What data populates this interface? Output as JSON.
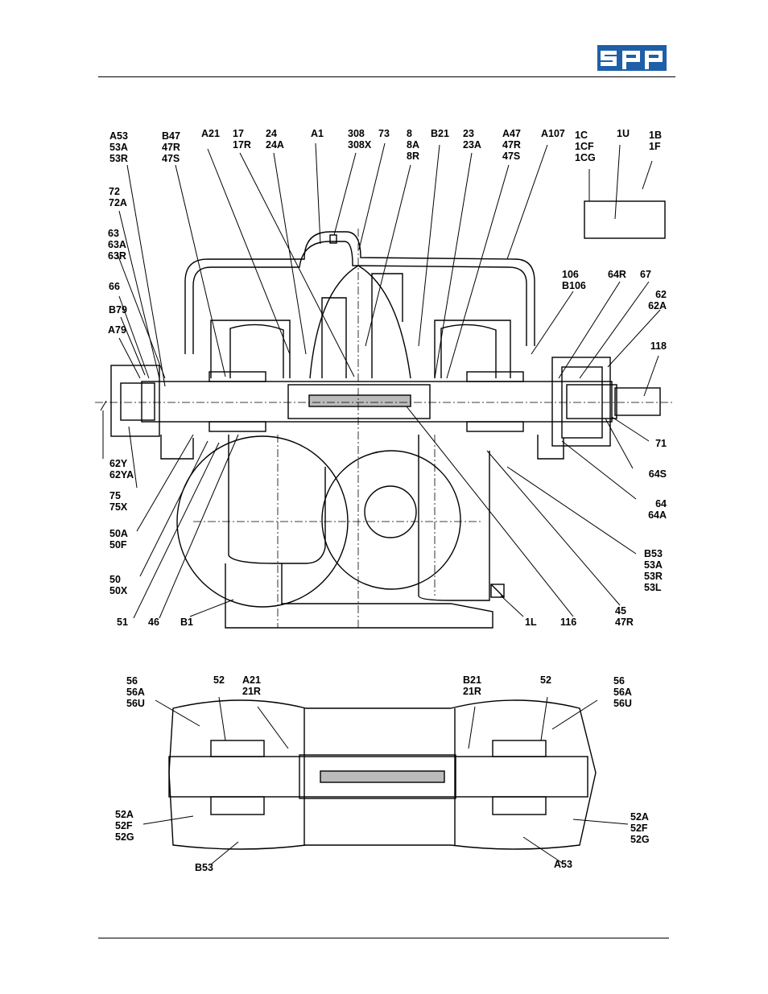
{
  "logo": {
    "text": "spp",
    "color": "#1f5fa8"
  },
  "upper_callouts": {
    "A53": [
      "A53",
      "53A",
      "53R"
    ],
    "B47": [
      "B47",
      "47R",
      "47S"
    ],
    "A21": [
      "A21"
    ],
    "17": [
      "17",
      "17R"
    ],
    "24": [
      "24",
      "24A"
    ],
    "A1": [
      "A1"
    ],
    "308": [
      "308",
      "308X"
    ],
    "73": [
      "73"
    ],
    "8": [
      "8",
      "8A",
      "8R"
    ],
    "B21": [
      "B21"
    ],
    "23": [
      "23",
      "23A"
    ],
    "A47": [
      "A47",
      "47R",
      "47S"
    ],
    "A107": [
      "A107"
    ],
    "1C": [
      "1C",
      "1CF",
      "1CG"
    ],
    "1U": [
      "1U"
    ],
    "1B": [
      "1B",
      "1F"
    ],
    "72": [
      "72",
      "72A"
    ],
    "63": [
      "63",
      "63A",
      "63R"
    ],
    "66": [
      "66"
    ],
    "B79": [
      "B79"
    ],
    "A79": [
      "A79"
    ],
    "106": [
      "106",
      "B106"
    ],
    "64R": [
      "64R"
    ],
    "67": [
      "67"
    ],
    "62": [
      "62",
      "62A"
    ],
    "118": [
      "118"
    ],
    "71": [
      "71"
    ],
    "62Y": [
      "62Y",
      "62YA"
    ],
    "75": [
      "75",
      "75X"
    ],
    "64S": [
      "64S"
    ],
    "64": [
      "64",
      "64A"
    ],
    "50A": [
      "50A",
      "50F"
    ],
    "50": [
      "50",
      "50X"
    ],
    "B53": [
      "B53",
      "53A",
      "53R",
      "53L"
    ],
    "51": [
      "51"
    ],
    "46": [
      "46"
    ],
    "B1": [
      "B1"
    ],
    "1L": [
      "1L"
    ],
    "116": [
      "116"
    ],
    "45": [
      "45",
      "47R"
    ]
  },
  "lower_callouts": {
    "56L": [
      "56",
      "56A",
      "56U"
    ],
    "52L": [
      "52"
    ],
    "A21": [
      "A21",
      "21R"
    ],
    "B21": [
      "B21",
      "21R"
    ],
    "52R": [
      "52"
    ],
    "56R": [
      "56",
      "56A",
      "56U"
    ],
    "52AL": [
      "52A",
      "52F",
      "52G"
    ],
    "B53": [
      "B53"
    ],
    "52AR": [
      "52A",
      "52F",
      "52G"
    ],
    "A53": [
      "A53"
    ]
  }
}
